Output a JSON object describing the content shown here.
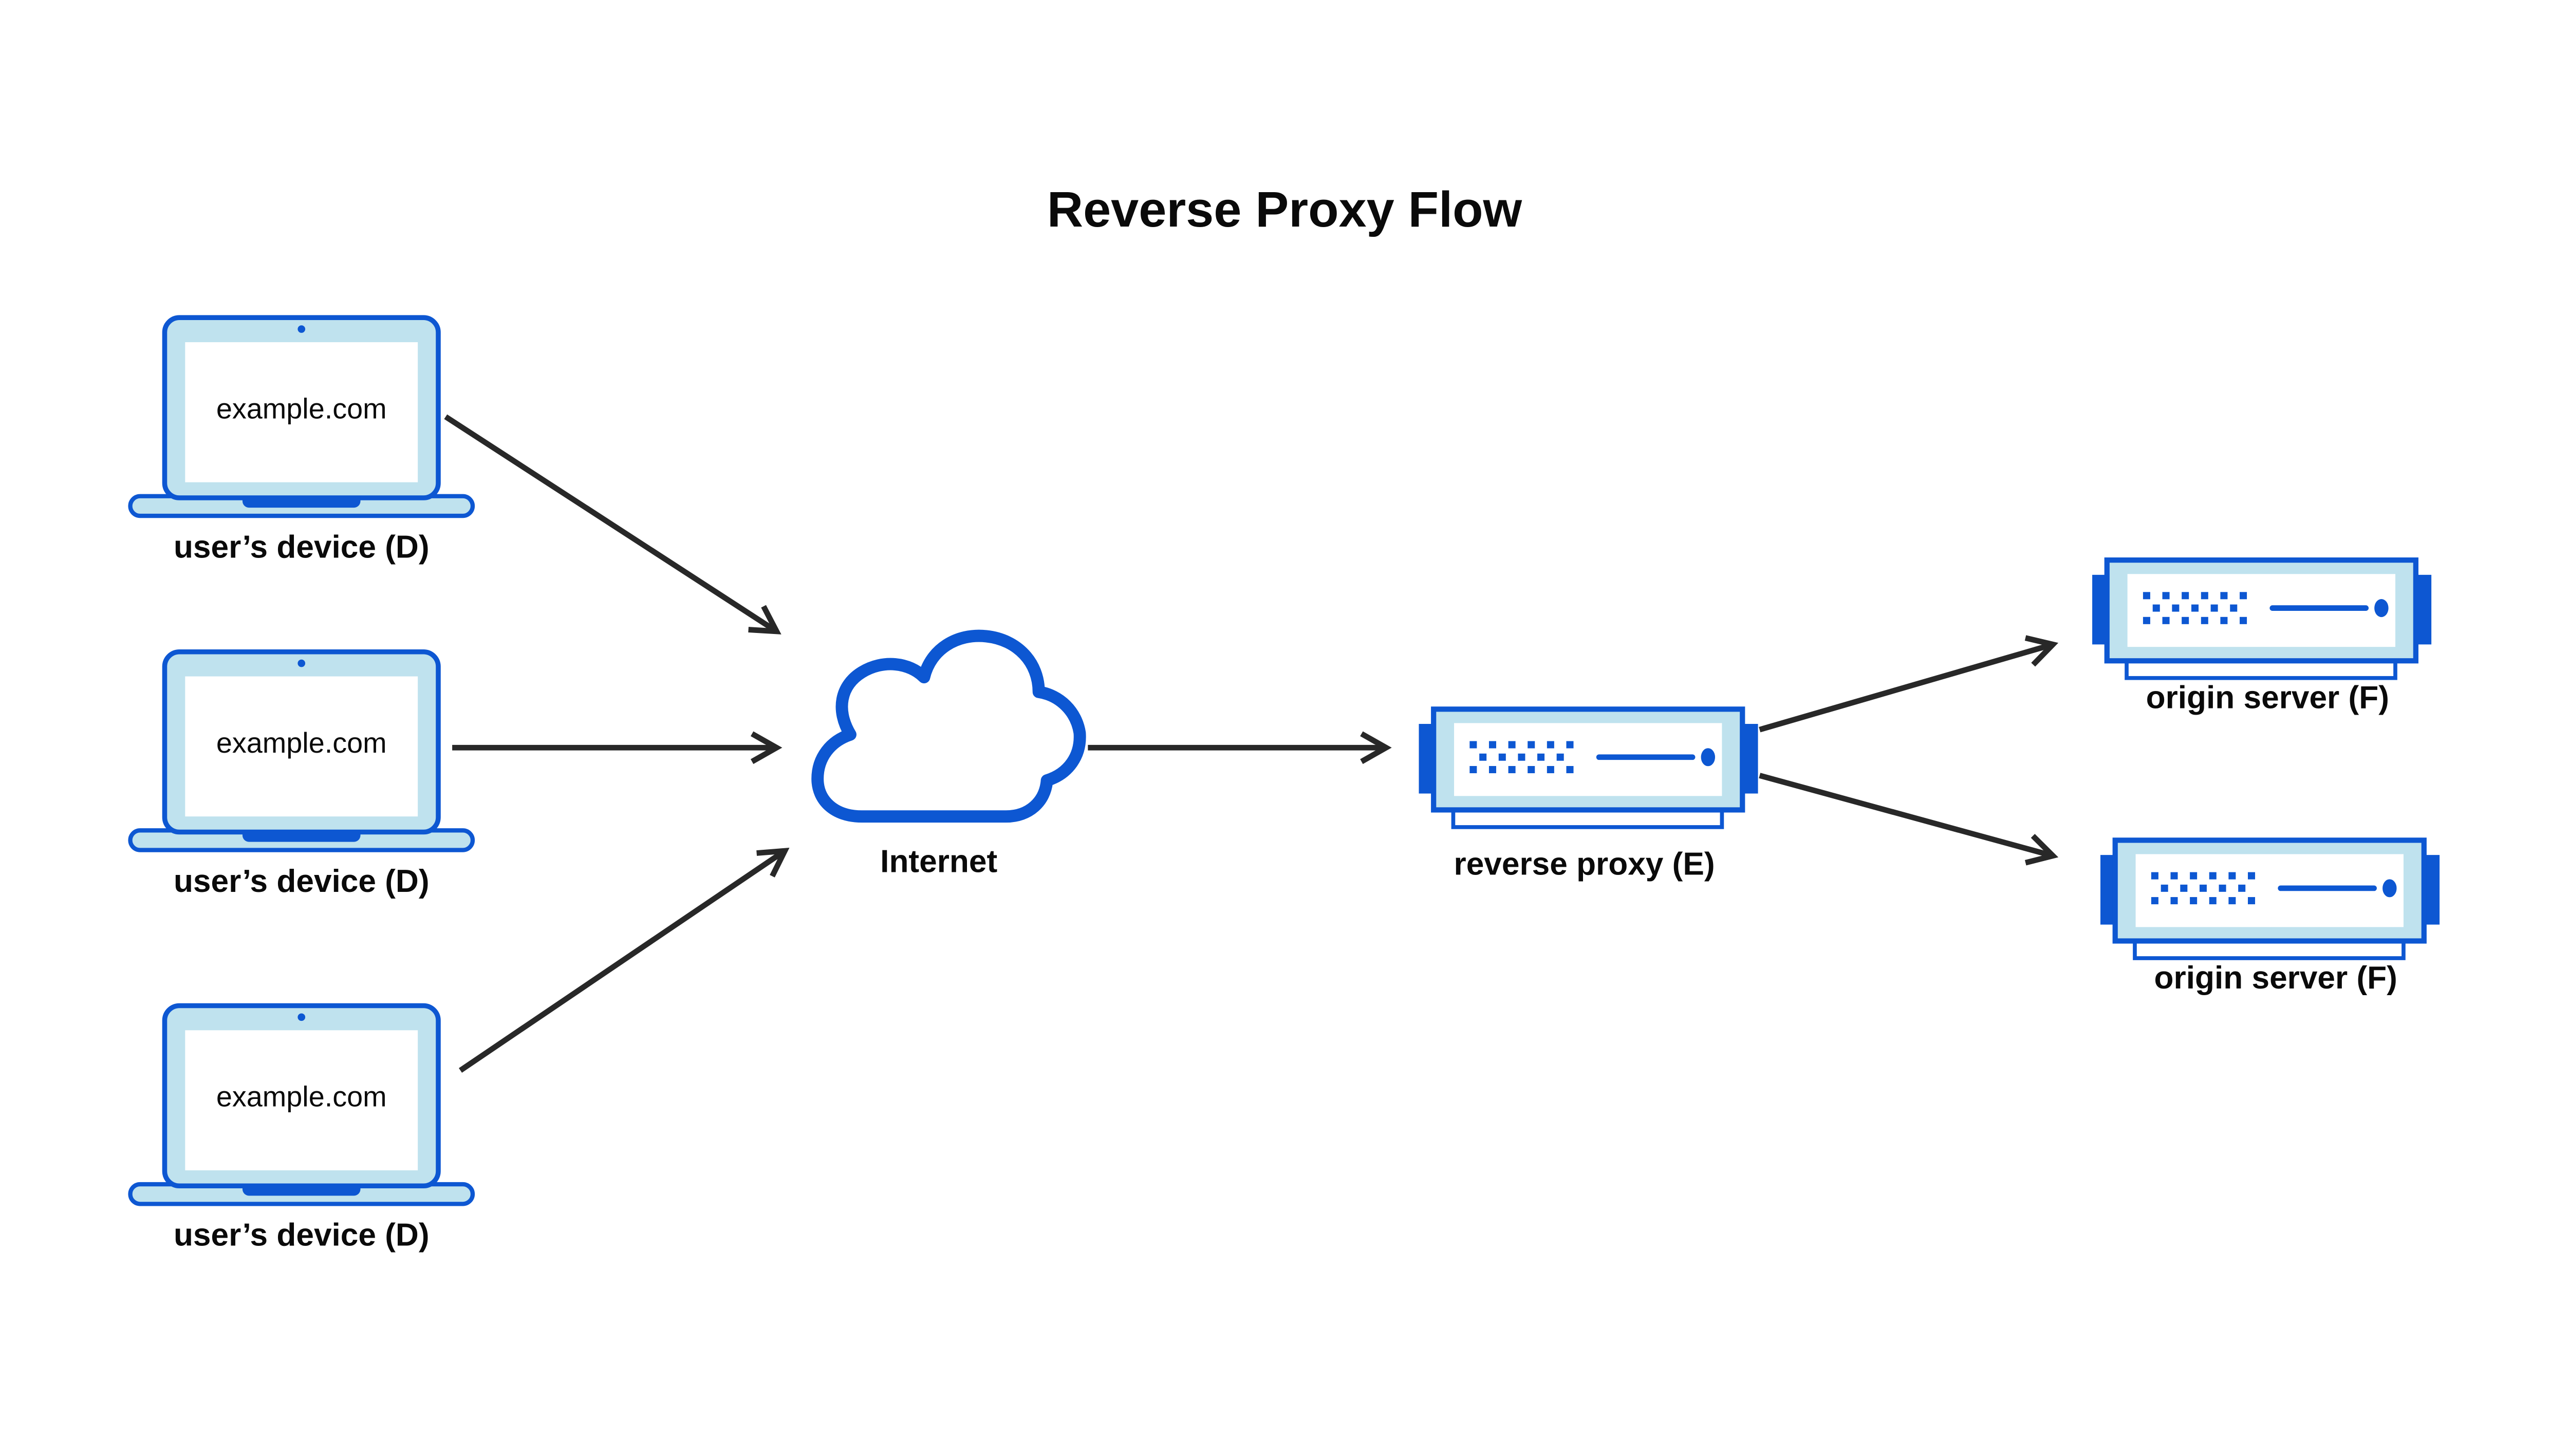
{
  "title": "Reverse Proxy Flow",
  "diagram": {
    "devices": [
      {
        "id": "user-device-1",
        "screen_text": "example.com",
        "label": "user’s device (D)"
      },
      {
        "id": "user-device-2",
        "screen_text": "example.com",
        "label": "user’s device (D)"
      },
      {
        "id": "user-device-3",
        "screen_text": "example.com",
        "label": "user’s device (D)"
      }
    ],
    "internet": {
      "label": "Internet"
    },
    "reverse_proxy": {
      "label": "reverse proxy (E)"
    },
    "origin_servers": [
      {
        "id": "origin-server-1",
        "label": "origin server (F)"
      },
      {
        "id": "origin-server-2",
        "label": "origin server (F)"
      }
    ],
    "edges": [
      {
        "from": "user-device-1",
        "to": "internet"
      },
      {
        "from": "user-device-2",
        "to": "internet"
      },
      {
        "from": "user-device-3",
        "to": "internet"
      },
      {
        "from": "internet",
        "to": "reverse-proxy"
      },
      {
        "from": "reverse-proxy",
        "to": "origin-server-1"
      },
      {
        "from": "reverse-proxy",
        "to": "origin-server-2"
      }
    ]
  },
  "colors": {
    "accent_blue": "#0d57d2",
    "light_blue": "#bfe2ee",
    "arrow_color": "#282828",
    "text_color": "#0a0a0a",
    "background": "#ffffff"
  }
}
